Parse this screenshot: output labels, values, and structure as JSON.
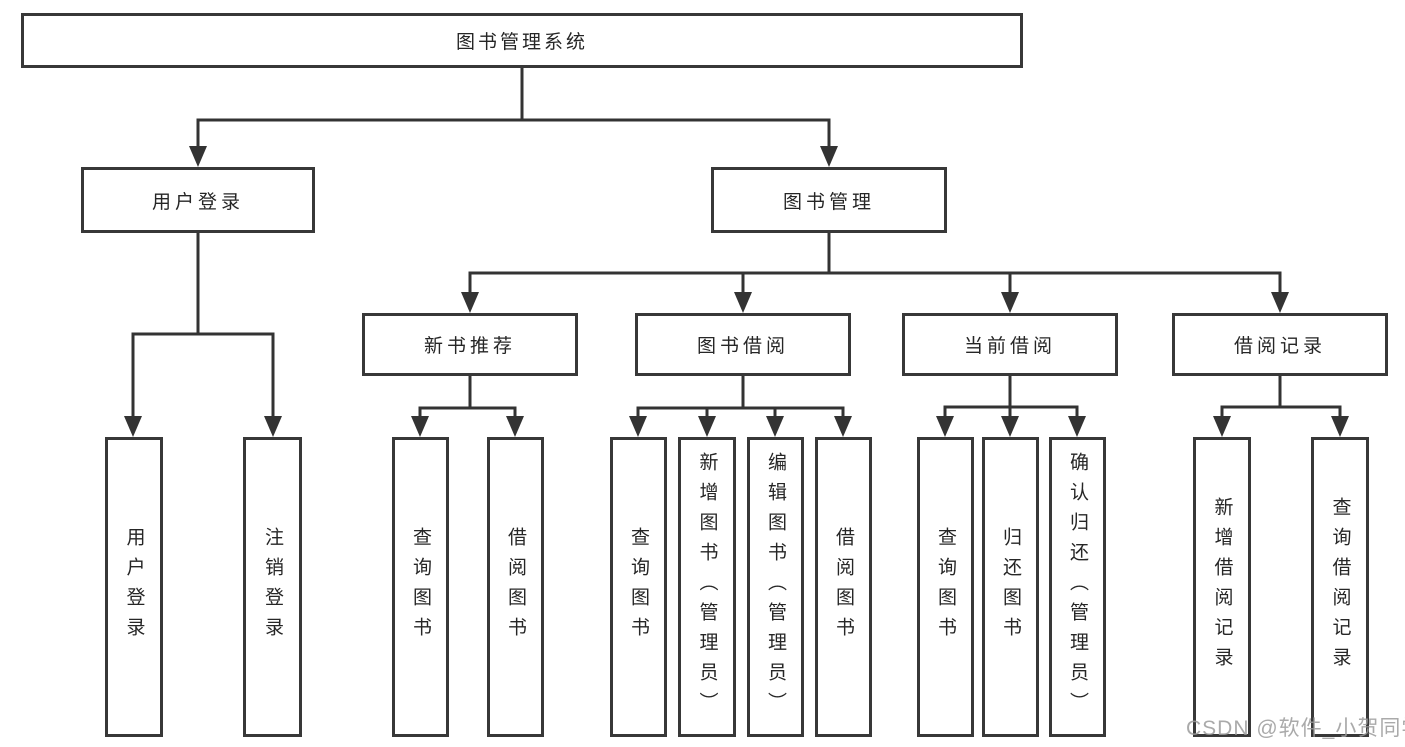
{
  "tree": {
    "label": "图书管理系统",
    "children": [
      {
        "label": "用户登录",
        "children": [
          {
            "label": "用户登录"
          },
          {
            "label": "注销登录"
          }
        ]
      },
      {
        "label": "图书管理",
        "children": [
          {
            "label": "新书推荐",
            "children": [
              {
                "label": "查询图书"
              },
              {
                "label": "借阅图书"
              }
            ]
          },
          {
            "label": "图书借阅",
            "children": [
              {
                "label": "查询图书"
              },
              {
                "label": "新增图书（管理员）"
              },
              {
                "label": "编辑图书（管理员）"
              },
              {
                "label": "借阅图书"
              }
            ]
          },
          {
            "label": "当前借阅",
            "children": [
              {
                "label": "查询图书"
              },
              {
                "label": "归还图书"
              },
              {
                "label": "确认归还（管理员）"
              }
            ]
          },
          {
            "label": "借阅记录",
            "children": [
              {
                "label": "新增借阅记录"
              },
              {
                "label": "查询借阅记录"
              }
            ]
          }
        ]
      }
    ]
  },
  "watermark": {
    "text": "CSDN @软件_小贺同学"
  },
  "colors": {
    "line": "#333333",
    "box_border": "#383838",
    "text": "#262626",
    "watermark": "#9b9b9b",
    "background": "#ffffff"
  }
}
